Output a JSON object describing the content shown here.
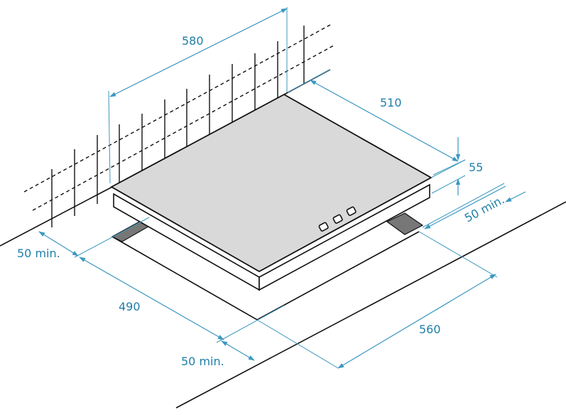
{
  "diagram": {
    "labels": {
      "width_outer": "580",
      "depth_outer": "510",
      "thickness": "55",
      "clearance_right_top": "50 min.",
      "clearance_left": "50 min.",
      "cutout_depth": "490",
      "cutout_width": "560",
      "clearance_front": "50 min."
    },
    "colors": {
      "dimension": "#3b97bf",
      "dimension_text": "#1f7fa8",
      "hob_top": "#d9d9d9",
      "support_block": "#777777",
      "outline": "#111111"
    }
  }
}
